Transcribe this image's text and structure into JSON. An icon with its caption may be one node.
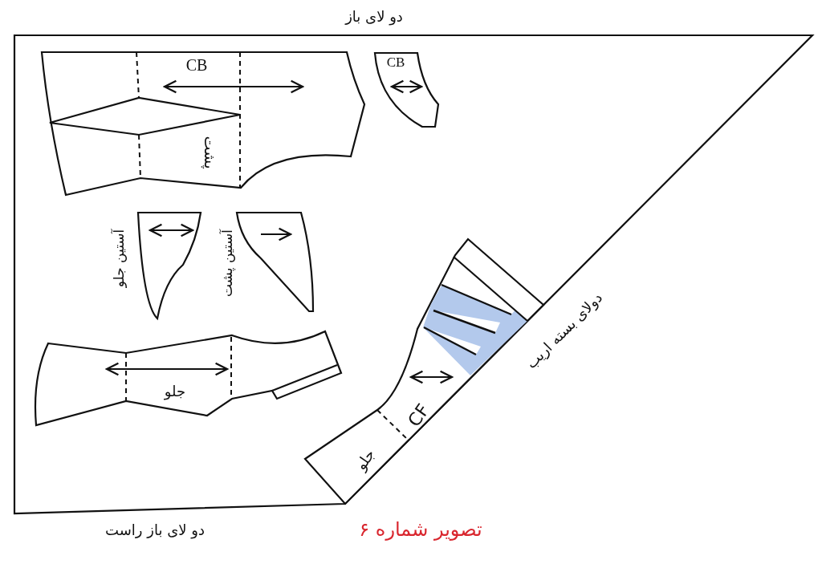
{
  "diagram": {
    "caption": "تصویر شماره ۶",
    "nodes": [
      {
        "text": [
          "CB",
          "پشت"
        ]
      },
      {
        "text": [
          "CB"
        ]
      },
      {
        "text": [],
        "shape": "picture",
        "beside": [
          "آستین جلو"
        ]
      },
      {
        "text": [],
        "shape": "picture",
        "beside": [
          "آستین پشت"
        ]
      },
      {
        "text": [
          "جلو"
        ]
      },
      {
        "text": [
          "CF",
          "جلو"
        ]
      },
      {
        "text": [],
        "shape": "diamond",
        "in": 0
      }
    ],
    "labels": [
      "دو لای باز",
      "دولای بسته اریب",
      "دو لای باز راست"
    ]
  }
}
